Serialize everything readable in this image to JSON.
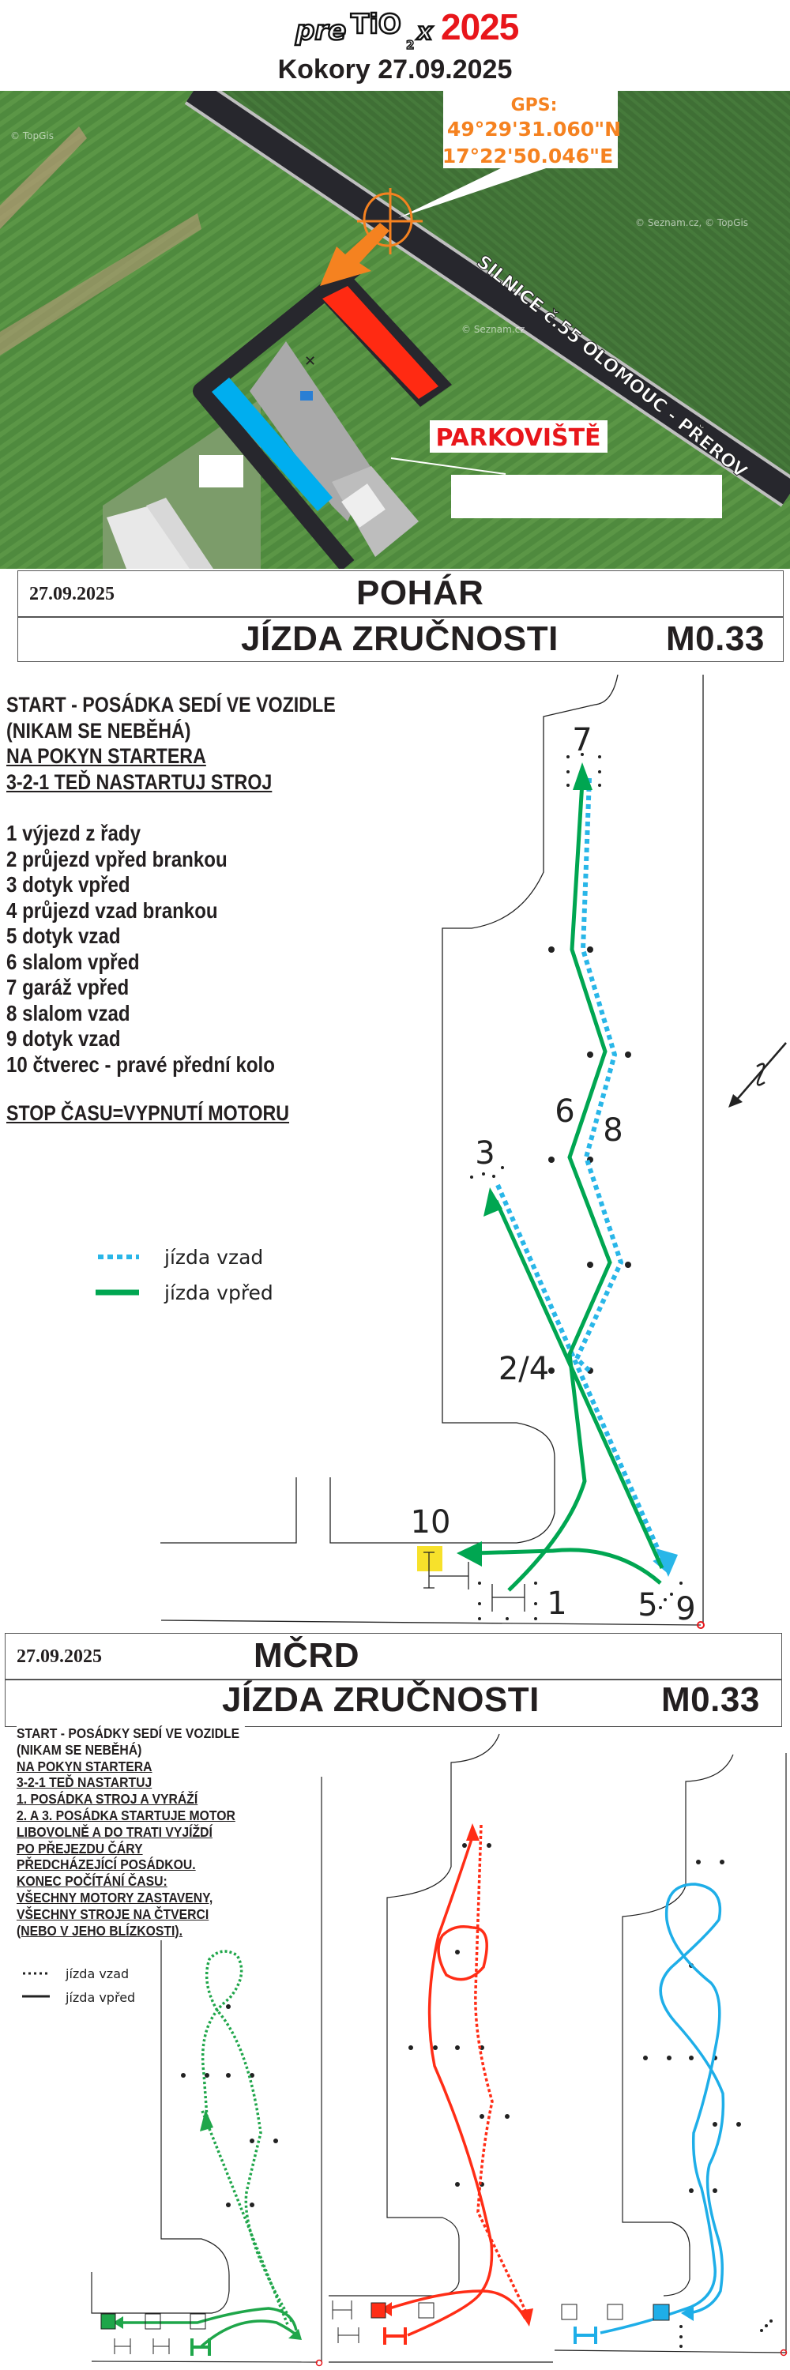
{
  "header": {
    "logo_text": "preTiO2x",
    "logo_parts": {
      "pre": "pre",
      "tio": "TiO",
      "sub": "2",
      "x": "x"
    },
    "year": "2025",
    "subtitle": "Kokory  27.09.2025"
  },
  "map": {
    "gps_label": "GPS:",
    "gps_lat": "49°29'31.060\"N",
    "gps_lon": "17°22'50.046\"E",
    "road_label": "SILNICE č.55 OLOMOUC - PŘEROV",
    "parking_label": "PARKOVIŠTĚ",
    "attribution_1": "© Seznam.cz, © TopGis",
    "attribution_2": "© TopGis",
    "attribution_3": "© Seznam.cz",
    "colors": {
      "red_area": "#ff2a12",
      "blue_area": "#00aeef",
      "marker": "#f58220"
    }
  },
  "pohar": {
    "date": "27.09.2025",
    "category": "POHÁR",
    "title": "JÍZDA ZRUČNOSTI",
    "code": "M0.33",
    "instructions": [
      "START - POSÁDKA SEDÍ VE VOZIDLE",
      "(NIKAM SE NEBĚHÁ)",
      "NA POKYN STARTERA",
      "3-2-1 TEĎ NASTARTUJ STROJ"
    ],
    "steps": [
      "1 výjezd z řady",
      "2 průjezd vpřed brankou",
      "3 dotyk vpřed",
      "4 průjezd vzad brankou",
      "5 dotyk vzad",
      "6 slalom vpřed",
      "7 garáž vpřed",
      "8 slalom vzad",
      "9 dotyk vzad",
      "10 čtverec - pravé přední kolo"
    ],
    "stop": "STOP ČASU=VYPNUTÍ  MOTORU",
    "legend": {
      "reverse": "jízda vzad",
      "forward": "jízda vpřed"
    },
    "labels": {
      "l7": "7",
      "l6": "6",
      "l8": "8",
      "l3": "3",
      "l24": "2/4",
      "l10": "10",
      "l1": "1",
      "l5": "5",
      "l9": "9"
    },
    "colors": {
      "forward": "#00a651",
      "reverse": "#29b6e8",
      "square": "#f7e12b"
    }
  },
  "mcrd": {
    "date": "27.09.2025",
    "category": "MČRD",
    "title": "JÍZDA ZRUČNOSTI",
    "code": "M0.33",
    "instructions": [
      "START - POSÁDKY SEDÍ VE VOZIDLE",
      "(NIKAM SE NEBĚHÁ)",
      "NA POKYN STARTERA",
      "3-2-1 TEĎ NASTARTUJ",
      "1. POSÁDKA STROJ A VYRÁŽÍ",
      "2. A 3. POSÁDKA STARTUJE MOTOR",
      "LIBOVOLNĚ A DO TRATI VYJÍŽDÍ",
      "PO PŘEJEZDU ČÁRY",
      "PŘEDCHÁZEJÍCÍ POSÁDKOU.",
      "KONEC POČÍTÁNÍ ČASU:",
      "VŠECHNY MOTORY ZASTAVENY,",
      "VŠECHNY STROJE NA ČTVERCI",
      "(NEBO V JEHO BLÍZKOSTI)."
    ],
    "legend": {
      "reverse": "jízda vzad",
      "forward": "jízda vpřed"
    },
    "colors": {
      "crew1": "#1fa64a",
      "crew2": "#ff2d16",
      "crew3": "#1eaee8"
    }
  }
}
